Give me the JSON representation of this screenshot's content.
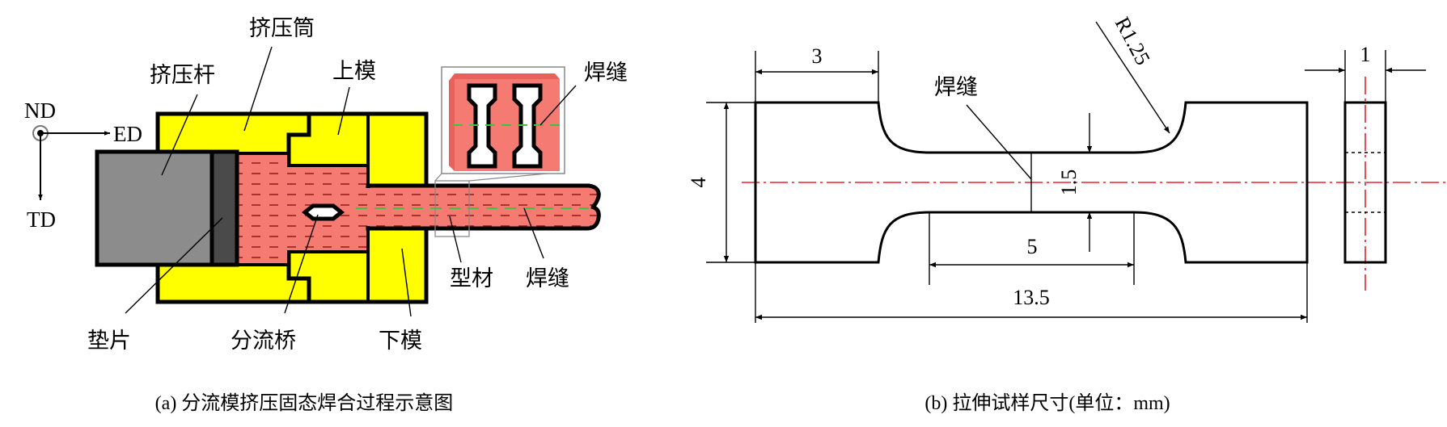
{
  "panel_a": {
    "labels": {
      "container": "挤压筒",
      "ram": "挤压杆",
      "upper_die": "上模",
      "weld_inset": "焊缝",
      "profile": "型材",
      "weld_profile": "焊缝",
      "dummy_block": "垫片",
      "bridge": "分流桥",
      "lower_die": "下模"
    },
    "axes": {
      "nd": "ND",
      "ed": "ED",
      "td": "TD"
    },
    "caption": "(a) 分流模挤压固态焊合过程示意图",
    "colors": {
      "die": "#ffff00",
      "billet": "#f47a72",
      "ram": "#8c8c8c",
      "dummy": "#4a4a4a",
      "weld": "#3fc23f"
    }
  },
  "panel_b": {
    "weld_label": "焊缝",
    "dims": {
      "shoulder_length": "3",
      "total_width": "4",
      "radius": "R1.25",
      "gauge_width": "1.5",
      "gauge_length": "5",
      "total_length": "13.5",
      "thickness": "1"
    },
    "caption": "(b) 拉伸试样尺寸(单位：mm)",
    "colors": {
      "centerline": "#e8212a"
    }
  }
}
